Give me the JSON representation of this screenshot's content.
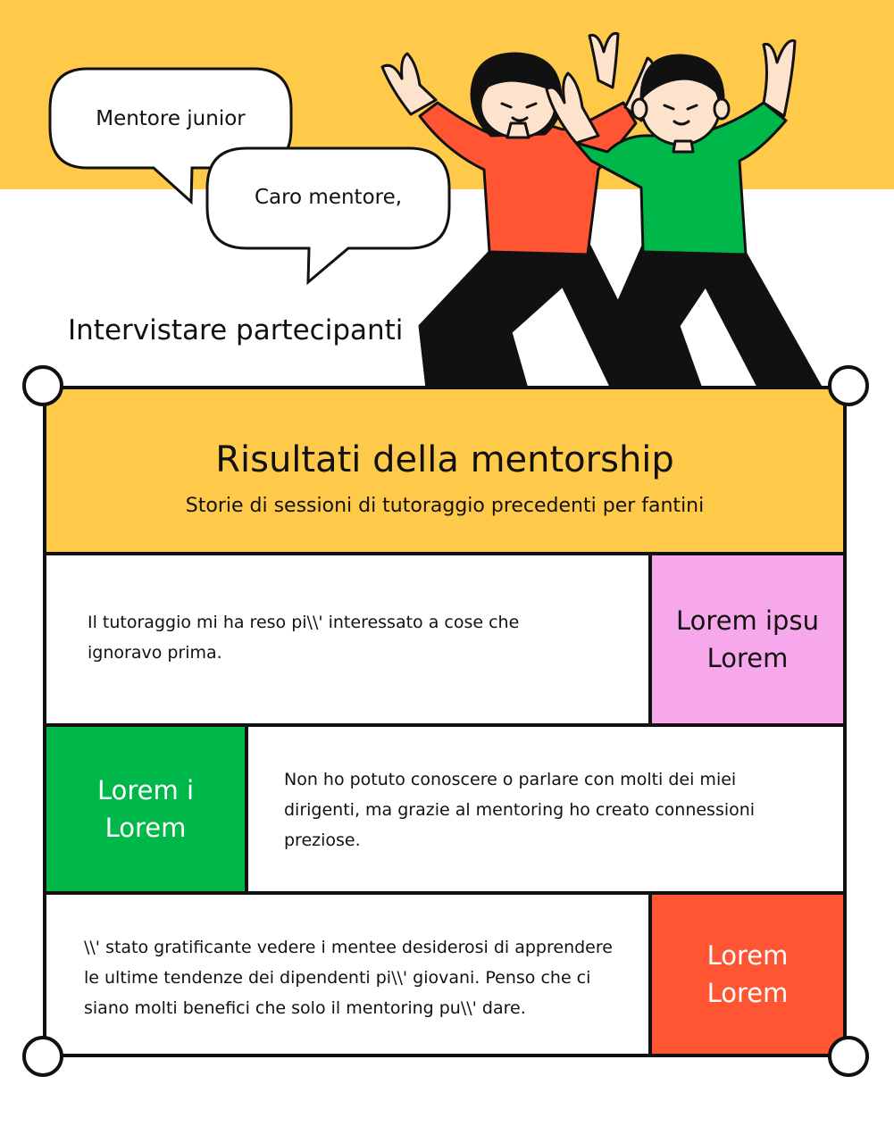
{
  "colors": {
    "band": "#ffc94a",
    "pink": "#f7a8ec",
    "green": "#00b84a",
    "orange": "#ff5533",
    "outline": "#111111",
    "skin": "#fde2cc"
  },
  "bubbles": {
    "first": "Mentore junior",
    "second": "Caro mentore,"
  },
  "side_title": "Intervistare partecipanti",
  "illustration": "two-cheering-people-illustration",
  "card": {
    "title": "Risultati della mentorship",
    "subtitle": "Storie di sessioni di tutoraggio precedenti per fantini"
  },
  "rows": [
    {
      "quote_line1": "Il tutoraggio mi ha reso pi\\\\' interessato a cose che",
      "quote_line2": "ignoravo prima.",
      "tag_line1": "Lorem ipsu",
      "tag_line2": "Lorem"
    },
    {
      "quote_line1": "Non ho potuto conoscere o parlare con molti dei miei",
      "quote_line2": "dirigenti, ma grazie al mentoring ho creato connessioni",
      "quote_line3": "preziose.",
      "tag_line1": "Lorem i",
      "tag_line2": "Lorem"
    },
    {
      "quote_line1": "\\\\' stato gratificante vedere i mentee desiderosi di apprendere",
      "quote_line2": "le ultime tendenze dei dipendenti pi\\\\' giovani. Penso che ci",
      "quote_line3": "siano molti benefici che solo il mentoring pu\\\\' dare.",
      "tag_line1": "Lorem",
      "tag_line2": "Lorem"
    }
  ]
}
